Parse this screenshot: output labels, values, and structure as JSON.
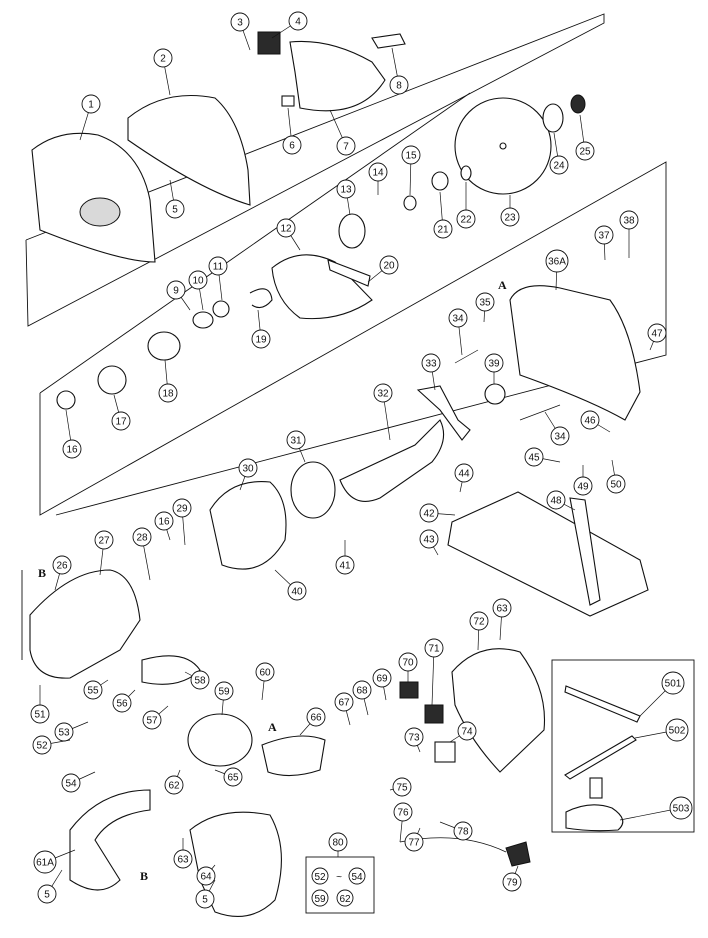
{
  "callouts": {
    "c1": "1",
    "c2": "2",
    "c3": "3",
    "c4": "4",
    "c5a": "5",
    "c5b": "5",
    "c5c": "5",
    "c6": "6",
    "c7": "7",
    "c8": "8",
    "c9": "9",
    "c10": "10",
    "c11": "11",
    "c12": "12",
    "c13": "13",
    "c14": "14",
    "c15": "15",
    "c16a": "16",
    "c16b": "16",
    "c17": "17",
    "c18": "18",
    "c19": "19",
    "c20": "20",
    "c21": "21",
    "c22": "22",
    "c23": "23",
    "c24": "24",
    "c25": "25",
    "c26": "26",
    "c27": "27",
    "c28": "28",
    "c29": "29",
    "c30": "30",
    "c31": "31",
    "c32": "32",
    "c33": "33",
    "c34a": "34",
    "c34b": "34",
    "c35": "35",
    "c36A": "36A",
    "c37": "37",
    "c38": "38",
    "c39": "39",
    "c40": "40",
    "c41": "41",
    "c42": "42",
    "c43": "43",
    "c44": "44",
    "c45": "45",
    "c46": "46",
    "c47": "47",
    "c48": "48",
    "c49": "49",
    "c50": "50",
    "c51": "51",
    "c52": "52",
    "c53": "53",
    "c54": "54",
    "c55": "55",
    "c56": "56",
    "c57": "57",
    "c58": "58",
    "c59": "59",
    "c60": "60",
    "c61A": "61A",
    "c62": "62",
    "c63a": "63",
    "c63b": "63",
    "c64": "64",
    "c65": "65",
    "c66": "66",
    "c67": "67",
    "c68": "68",
    "c69": "69",
    "c70": "70",
    "c71": "71",
    "c72": "72",
    "c73": "73",
    "c74": "74",
    "c75": "75",
    "c76": "76",
    "c77": "77",
    "c78": "78",
    "c79": "79",
    "c80": "80",
    "c501": "501",
    "c502": "502",
    "c503": "503"
  },
  "refs": {
    "a_top": "A",
    "a_bottom": "A",
    "b_left": "B",
    "b_bottom": "B"
  },
  "kit80": {
    "a": "52",
    "tilde": "~",
    "b": "54",
    "c": "59",
    "d": "62"
  }
}
